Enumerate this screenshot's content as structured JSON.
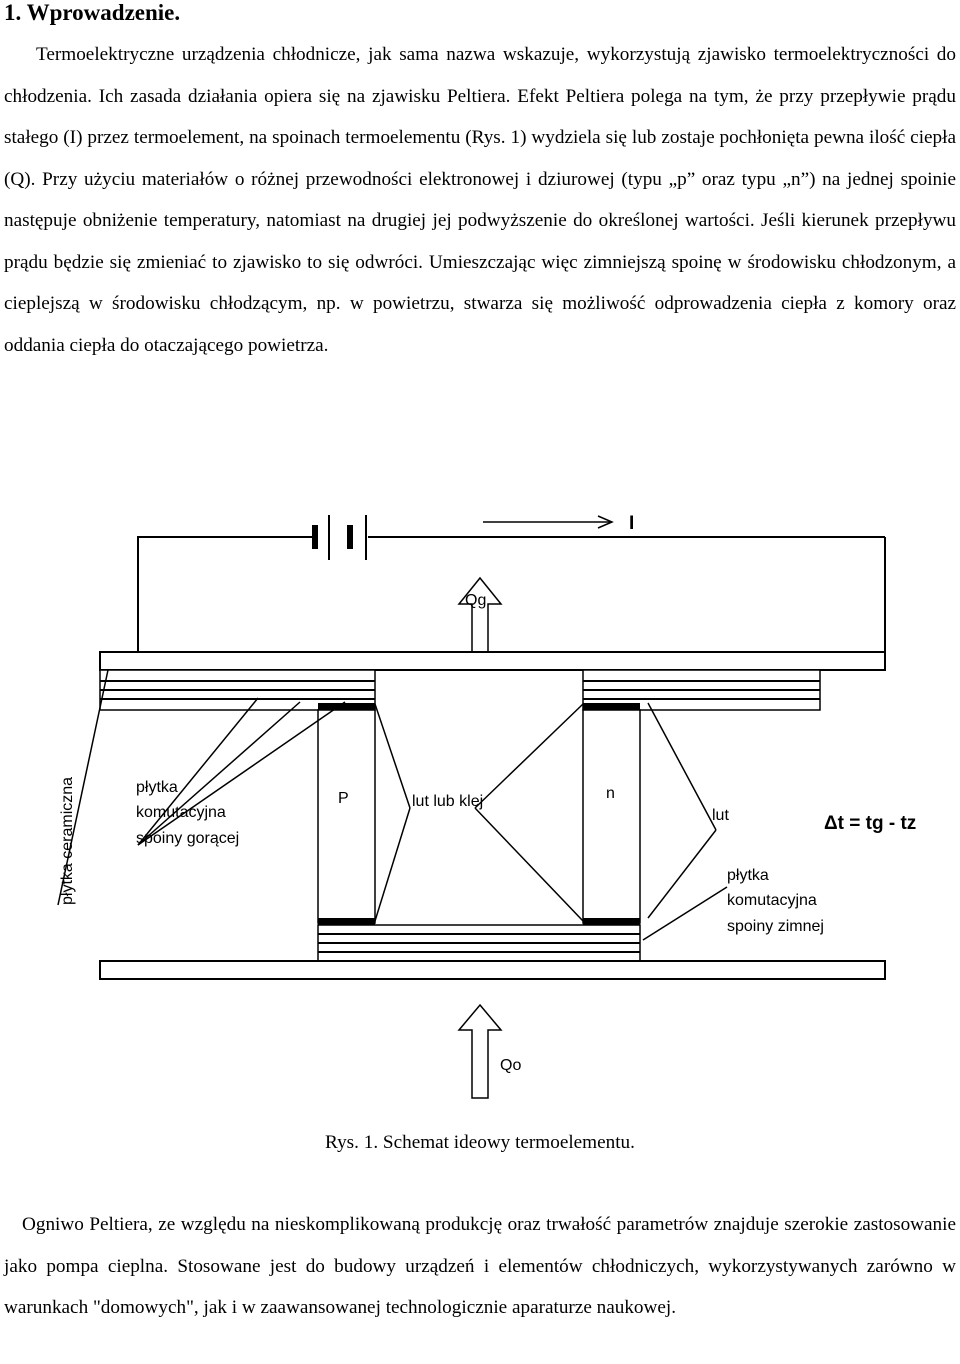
{
  "heading": "1. Wprowadzenie.",
  "paragraph1": "Termoelektryczne urządzenia chłodnicze, jak sama nazwa wskazuje, wykorzystują zjawisko termoelektryczności do chłodzenia. Ich zasada działania opiera się na zjawisku Peltiera. Efekt Peltiera polega na tym, że przy przepływie prądu stałego (I) przez termoelement, na spoinach termoelementu (Rys. 1) wydziela się lub zostaje pochłonięta pewna ilość ciepła (Q). Przy użyciu materiałów o różnej przewodności elektronowej i dziurowej (typu „p” oraz typu „n”) na jednej spoinie następuje obniżenie temperatury, natomiast na drugiej jej podwyższenie do określonej wartości. Jeśli kierunek przepływu prądu będzie się zmieniać to zjawisko to się odwróci. Umieszczając więc zimniejszą spoinę w środowisku chłodzonym, a cieplejszą w środowisku chłodzącym, np. w powietrzu, stwarza się możliwość odprowadzenia ciepła z komory oraz oddania ciepła do otaczającego powietrza.",
  "figure": {
    "label_current": "I",
    "label_qg": "Qg",
    "label_qo": "Qo",
    "label_p": "P",
    "label_n": "n",
    "label_lut_klej": "lut lub klej",
    "label_lut": "lut",
    "label_formula": "Δt = tg - tz",
    "label_ceramic": "płytka ceramiczna",
    "label_hot_plate": [
      "płytka",
      "komutacyjna",
      "spoiny gorącej"
    ],
    "label_cold_plate": [
      "płytka",
      "komutacyjna",
      "spoiny zimnej"
    ],
    "caption": "Rys. 1. Schemat ideowy termoelementu."
  },
  "paragraph2": "Ogniwo Peltiera, ze względu na nieskomplikowaną produkcję oraz trwałość parametrów znajduje szerokie zastosowanie jako pompa cieplna. Stosowane jest do budowy urządzeń i elementów chłodniczych, wykorzystywanych zarówno w warunkach \"domowych\", jak i w zaawansowanej technologicznie aparaturze naukowej."
}
